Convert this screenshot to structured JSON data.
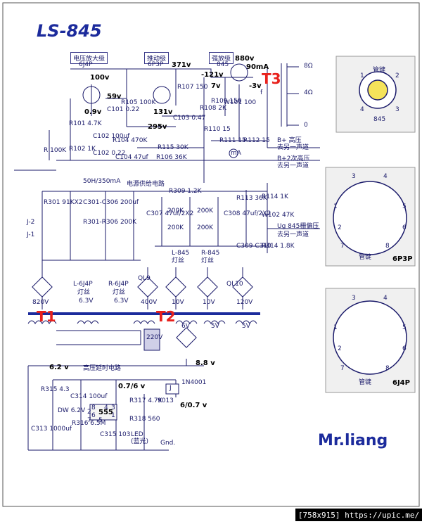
{
  "title": "LS-845",
  "author": "Mr.liang",
  "footer": "[758x915] https://upic.me/",
  "stages": {
    "voltage_amp": "电压放大级",
    "voltage_amp_tube": "6J4P",
    "driver": "推动级",
    "driver_tube": "6P3P",
    "power": "强放级",
    "power_tube": "845"
  },
  "transformers": {
    "t1": "T1",
    "t2": "T2",
    "t3": "T3"
  },
  "voltages": {
    "v100": "100v",
    "v59": "59v",
    "v09": "0.9v",
    "v371": "371v",
    "v131": "131v",
    "v295": "295v",
    "v121": "-121v",
    "v880": "880v",
    "ma90": "90mA",
    "v7": "7v",
    "vm3": "-3v",
    "v88": "8.8 v",
    "v62": "6.2 v",
    "v076": "0.7/6 v",
    "v607": "6/0.7 v"
  },
  "components": {
    "r101": "R101 4.7K",
    "r102": "R102 1K",
    "r1pot": "R 100K",
    "c101": "C101 0.22",
    "c102": "C102 100uf",
    "r105": "R105 100K",
    "r104": "R104 470K",
    "c104": "C104 47uf",
    "c105": "C102 0.22",
    "r106": "R106 36K",
    "r115": "R115 30K",
    "r107": "R107 150",
    "c103": "C103 0.47",
    "r108": "R108 2K",
    "r109": "R109 150",
    "r110": "R110 15",
    "w101": "W101 100",
    "r111": "R111 15",
    "r112": "R112 15",
    "ma": "mA",
    "f": "f"
  },
  "outputs": {
    "o8": "8Ω",
    "o4": "4Ω",
    "o0": "0",
    "bplus": "B+ 高压",
    "bplus_sub": "去另一声道",
    "b2": "B+2次高压",
    "b2_sub": "去另一声道",
    "ug": "Ug 845栅偏压",
    "ug_sub": "去另一声道"
  },
  "psu": {
    "title": "电源供给电路",
    "choke": "50H/350mA",
    "r301": "R301 91KX2",
    "c301": "C301-C306 200uf",
    "r306": "R301-R306 200K",
    "j2": "J-2",
    "j1": "J-1",
    "r309": "R309 1.2K",
    "c307": "C307 47uf/2X2",
    "c308": "C308 47uf/2X2",
    "c200a": "200K",
    "c200b": "200K",
    "c200c": "200K",
    "c200d": "200K",
    "r113": "R113 36K",
    "r114": "R114 1K",
    "w102": "W102 47K",
    "c309": "C309 C310",
    "r314": "R314 1.8K",
    "fil_l": "L-845",
    "fil_l_sub": "灯丝",
    "fil_r": "R-845",
    "fil_r_sub": "灯丝",
    "ql9": "QL9",
    "ql10": "QL10",
    "v400": "400V",
    "v10a": "10V",
    "v10b": "10V",
    "v120": "120V",
    "v820": "820V",
    "l6j4p": "L-6J4P",
    "l6j4p_sub": "灯丝",
    "l6j4p_v": "6.3V",
    "r6j4p": "R-6J4P",
    "r6j4p_sub": "灯丝",
    "r6j4p_v": "6.3V",
    "v6": "6V",
    "v5a": "5V",
    "v5b": "5V",
    "v220": "220V"
  },
  "delay": {
    "title": "高压延时电路",
    "r315": "R315 4.3",
    "dw": "DW 6.2V",
    "c313": "C313 1000uf",
    "c314": "C314 100uf",
    "r316": "R316 6.5M",
    "c315": "C315 103",
    "ic": "555",
    "r317": "R317 4.7K",
    "q": "9013",
    "d": "1N4001",
    "r318": "R318 560",
    "led": "LED",
    "led_sub": "(蓝光)",
    "gnd": "Gnd.",
    "relay": "J",
    "pins": {
      "p8": "8",
      "p4": "4",
      "p3": "3",
      "p6": "6",
      "p2": "2",
      "p1": "1",
      "p5": "5",
      "p7": "7"
    }
  },
  "tubes": {
    "t845": {
      "caption": "845",
      "key": "管键",
      "pins": [
        "1",
        "2",
        "3",
        "4"
      ]
    },
    "t6p3p": {
      "caption": "6P3P",
      "key": "管键",
      "pins": [
        "1",
        "2",
        "3",
        "4",
        "5",
        "6",
        "7",
        "8"
      ]
    },
    "t6j4p": {
      "caption": "6J4P",
      "key": "管键",
      "pins": [
        "1",
        "2",
        "3",
        "4",
        "5",
        "6",
        "7",
        "8"
      ]
    }
  },
  "colors": {
    "wire": "#1a1a6a",
    "accent_blue": "#1c2b9c",
    "accent_red": "#e8211c",
    "panel": "#f0f0f0"
  }
}
